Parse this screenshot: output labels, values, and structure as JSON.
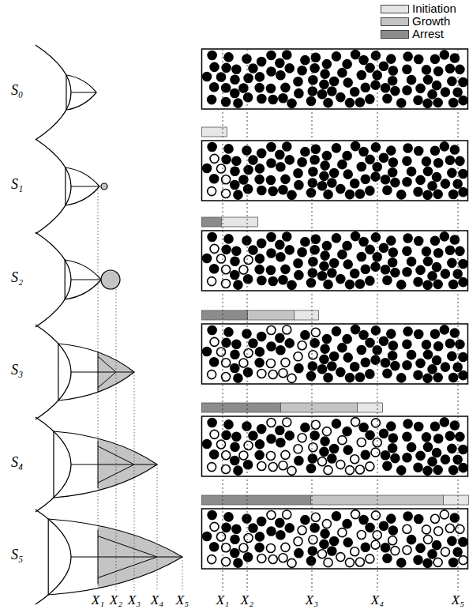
{
  "diagram": {
    "labels": [
      "S₀",
      "S₁",
      "S₂",
      "S₃",
      "S₄",
      "S₅",
      "X₁",
      "X₂",
      "X₃",
      "X₄",
      "X₅",
      "X₁",
      "X₂",
      "X₃",
      "X₄",
      "X₅"
    ],
    "legend": [
      {
        "text": "Initiation",
        "color": "#e6e6e6"
      },
      {
        "text": "Growth",
        "color": "#c4c4c4"
      },
      {
        "text": "Arrest",
        "color": "#8c8c8c"
      }
    ]
  }
}
